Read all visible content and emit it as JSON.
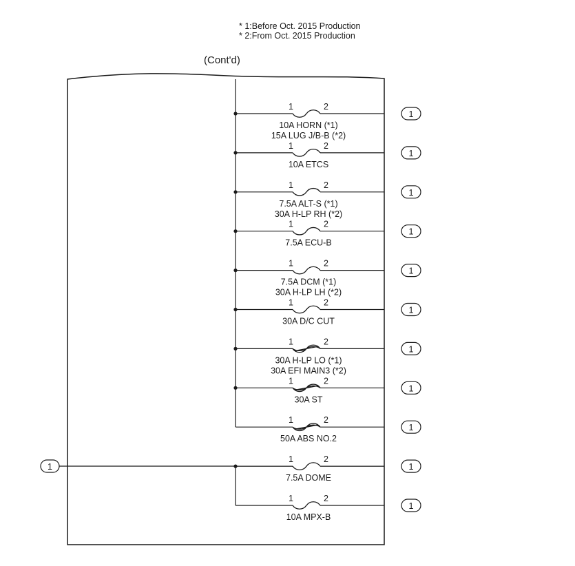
{
  "notes": [
    "* 1:Before Oct. 2015 Production",
    "* 2:From Oct. 2015 Production"
  ],
  "title": "(Cont'd)",
  "input_connector": "1",
  "fuses": [
    {
      "labels": [
        "10A HORN (*1)",
        "15A LUG J/B-B (*2)"
      ],
      "pin_in": "1",
      "pin_out": "2",
      "connector": "1",
      "heavy": false
    },
    {
      "labels": [
        "10A ETCS"
      ],
      "pin_in": "1",
      "pin_out": "2",
      "connector": "1",
      "heavy": false
    },
    {
      "labels": [
        "7.5A ALT-S (*1)",
        "30A H-LP RH (*2)"
      ],
      "pin_in": "1",
      "pin_out": "2",
      "connector": "1",
      "heavy": false
    },
    {
      "labels": [
        "7.5A ECU-B"
      ],
      "pin_in": "1",
      "pin_out": "2",
      "connector": "1",
      "heavy": false
    },
    {
      "labels": [
        "7.5A DCM (*1)",
        "30A H-LP LH (*2)"
      ],
      "pin_in": "1",
      "pin_out": "2",
      "connector": "1",
      "heavy": false
    },
    {
      "labels": [
        "30A D/C CUT"
      ],
      "pin_in": "1",
      "pin_out": "2",
      "connector": "1",
      "heavy": false
    },
    {
      "labels": [
        "30A H-LP LO (*1)",
        "30A EFI MAIN3 (*2)"
      ],
      "pin_in": "1",
      "pin_out": "2",
      "connector": "1",
      "heavy": true
    },
    {
      "labels": [
        "30A ST"
      ],
      "pin_in": "1",
      "pin_out": "2",
      "connector": "1",
      "heavy": true
    },
    {
      "labels": [
        "50A ABS NO.2"
      ],
      "pin_in": "1",
      "pin_out": "2",
      "connector": "1",
      "heavy": true
    },
    {
      "labels": [
        "7.5A DOME"
      ],
      "pin_in": "1",
      "pin_out": "2",
      "connector": "1",
      "heavy": false
    },
    {
      "labels": [
        "10A MPX-B"
      ],
      "pin_in": "1",
      "pin_out": "2",
      "connector": "1",
      "heavy": false
    }
  ]
}
